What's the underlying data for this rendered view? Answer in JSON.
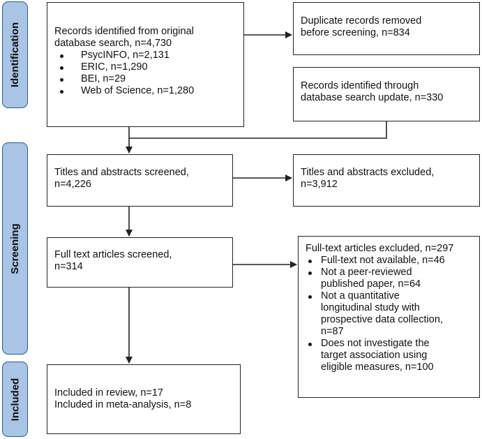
{
  "stages": {
    "identification": "Identification",
    "screening": "Screening",
    "included": "Included"
  },
  "boxes": {
    "records_identified": {
      "text": "Records identified from original\ndatabase search, n=4,730",
      "items": [
        "PsycINFO, n=2,131",
        "ERIC, n=1,290",
        "BEI, n=29",
        "Web of Science, n=1,280"
      ]
    },
    "duplicates_removed": {
      "text": "Duplicate records removed\nbefore screening, n=834"
    },
    "search_update": {
      "text": "Records identified through\ndatabase search update, n=330"
    },
    "titles_screened": {
      "text": "Titles and abstracts screened,\nn=4,226"
    },
    "titles_excluded": {
      "text": "Titles and abstracts excluded,\nn=3,912"
    },
    "fulltext_screened": {
      "text": "Full text articles screened,\nn=314"
    },
    "fulltext_excluded": {
      "text": "Full-text articles excluded, n=297",
      "items": [
        "Full-text not available, n=46",
        "Not a peer-reviewed\npublished paper, n=64",
        "Not a quantitative\nlongitudinal study with\nprospective data collection,\nn=87",
        "Does not investigate the\ntarget association using\neligible measures, n=100"
      ]
    },
    "included": {
      "text": "Included in review, n=17\nIncluded in meta-analysis, n=8"
    }
  },
  "colors": {
    "stage_fill": "#aac4e6",
    "stage_border": "#2e5a86",
    "box_border": "#222222",
    "arrow": "#222222"
  }
}
